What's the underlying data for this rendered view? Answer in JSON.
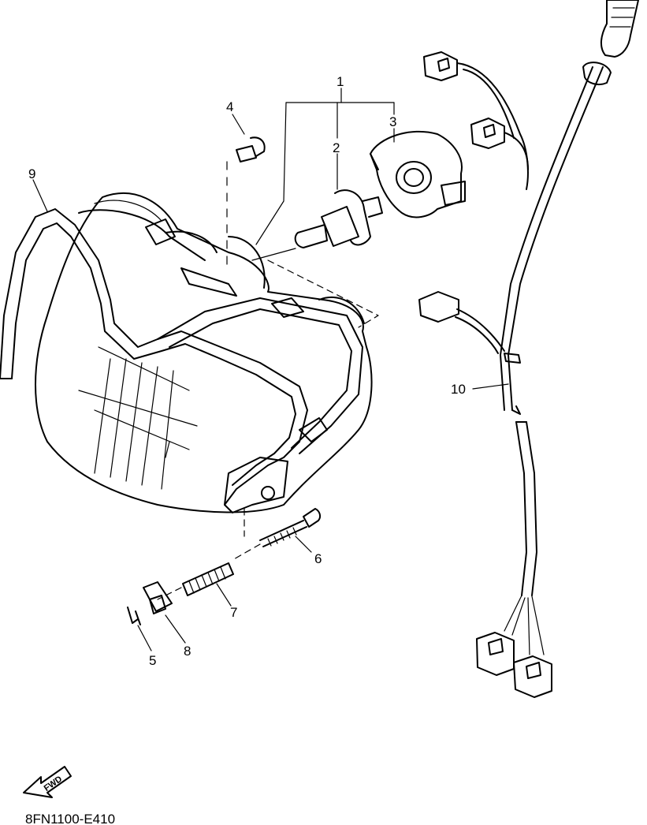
{
  "diagram": {
    "callouts": [
      "1",
      "2",
      "3",
      "4",
      "5",
      "6",
      "7",
      "8",
      "9",
      "10"
    ],
    "direction_label": "FWD",
    "diagram_code": "8FN1100-E410"
  }
}
